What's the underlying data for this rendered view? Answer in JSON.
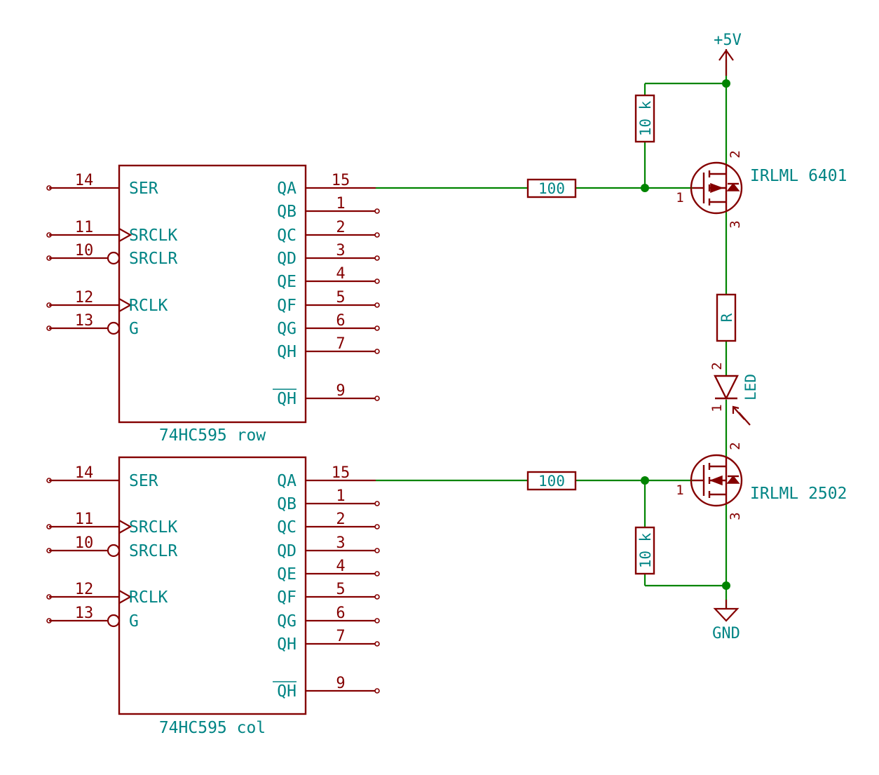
{
  "ic_row": {
    "label": "74HC595 row",
    "left_pins": [
      {
        "num": "14",
        "name": "SER"
      },
      {
        "num": "11",
        "name": "SRCLK"
      },
      {
        "num": "10",
        "name": "SRCLR"
      },
      {
        "num": "12",
        "name": "RCLK"
      },
      {
        "num": "13",
        "name": "G"
      }
    ],
    "right_pins": [
      {
        "num": "15",
        "name": "QA"
      },
      {
        "num": "1",
        "name": "QB"
      },
      {
        "num": "2",
        "name": "QC"
      },
      {
        "num": "3",
        "name": "QD"
      },
      {
        "num": "4",
        "name": "QE"
      },
      {
        "num": "5",
        "name": "QF"
      },
      {
        "num": "6",
        "name": "QG"
      },
      {
        "num": "7",
        "name": "QH"
      },
      {
        "num": "9",
        "name": "QH"
      }
    ]
  },
  "ic_col": {
    "label": "74HC595 col",
    "left_pins": [
      {
        "num": "14",
        "name": "SER"
      },
      {
        "num": "11",
        "name": "SRCLK"
      },
      {
        "num": "10",
        "name": "SRCLR"
      },
      {
        "num": "12",
        "name": "RCLK"
      },
      {
        "num": "13",
        "name": "G"
      }
    ],
    "right_pins": [
      {
        "num": "15",
        "name": "QA"
      },
      {
        "num": "1",
        "name": "QB"
      },
      {
        "num": "2",
        "name": "QC"
      },
      {
        "num": "3",
        "name": "QD"
      },
      {
        "num": "4",
        "name": "QE"
      },
      {
        "num": "5",
        "name": "QF"
      },
      {
        "num": "6",
        "name": "QG"
      },
      {
        "num": "7",
        "name": "QH"
      },
      {
        "num": "9",
        "name": "QH"
      }
    ]
  },
  "components": {
    "r_gate_top": "100",
    "r_gate_bottom": "100",
    "r_pull_top": "10 k",
    "r_pull_bottom": "10 k",
    "r_led": "R",
    "led": "LED",
    "q_top": "IRLML 6401",
    "q_bottom": "IRLML 2502",
    "q_pins": {
      "gate": "1",
      "drain": "2",
      "source": "3"
    },
    "led_pins": {
      "anode": "2",
      "cathode": "1"
    }
  },
  "power": {
    "vcc": "+5V",
    "gnd": "GND"
  },
  "colors": {
    "symbol": "#840000",
    "wire": "#008400",
    "text": "#008484"
  }
}
